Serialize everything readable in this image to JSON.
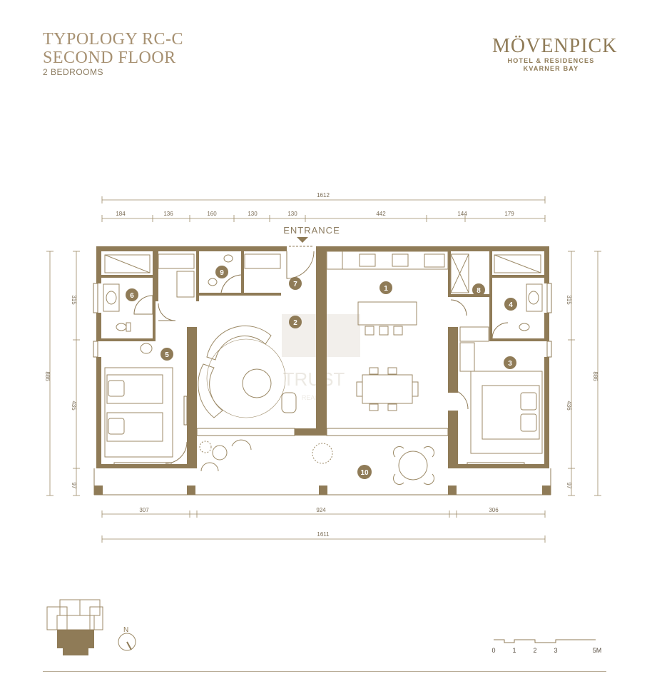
{
  "header": {
    "title_line1": "TYPOLOGY RC-C",
    "title_line2": "SECOND FLOOR",
    "subtitle": "2 BEDROOMS"
  },
  "logo": {
    "brand": "MÖVENPICK",
    "line1": "HOTEL & RESIDENCES",
    "line2": "KVARNER BAY"
  },
  "entrance_label": "ENTRANCE",
  "dimensions": {
    "total_top": "1612",
    "top_segments": [
      "184",
      "136",
      "160",
      "130",
      "130",
      "442",
      "144",
      "179"
    ],
    "bottom_segments": [
      "307",
      "924",
      "306"
    ],
    "total_bottom": "1611",
    "left_total": "886",
    "left_segments": [
      "315",
      "435",
      "97"
    ],
    "right_total": "886",
    "right_segments": [
      "315",
      "436",
      "97"
    ]
  },
  "room_markers": [
    "1",
    "2",
    "3",
    "4",
    "5",
    "6",
    "7",
    "8",
    "9",
    "10"
  ],
  "watermark": {
    "line1": "TRUST",
    "line2": "REALTY"
  },
  "compass_label": "N",
  "scale_bar": {
    "labels": [
      "0",
      "1",
      "2",
      "3",
      "5M"
    ]
  },
  "colors": {
    "wall": "#8f7b57",
    "accent": "#9c8a67",
    "text": "#a79172"
  }
}
